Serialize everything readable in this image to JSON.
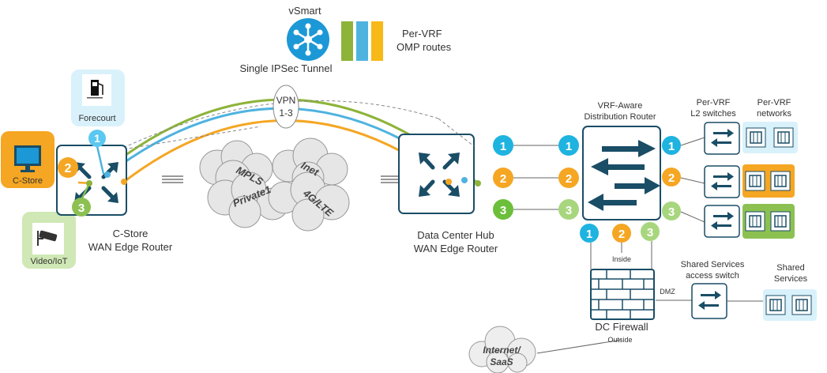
{
  "labels": {
    "vsmart": "vSmart",
    "per_vrf_omp_line1": "Per-VRF",
    "per_vrf_omp_line2": "OMP routes",
    "single_ipsec": "Single IPSec Tunnel",
    "vpn_line1": "VPN",
    "vpn_line2": "1-3",
    "forecourt": "Forecourt",
    "cstore": "C-Store",
    "video_iot": "Video/IoT",
    "cstore_router_line1": "C-Store",
    "cstore_router_line2": "WAN Edge Router",
    "dc_hub_line1": "Data Center Hub",
    "dc_hub_line2": "WAN Edge Router",
    "vrf_aware_line1": "VRF-Aware",
    "vrf_aware_line2": "Distribution Router",
    "per_vrf_l2_line1": "Per-VRF",
    "per_vrf_l2_line2": "L2 switches",
    "per_vrf_net_line1": "Per-VRF",
    "per_vrf_net_line2": "networks",
    "inside": "Inside",
    "dmz": "DMZ",
    "outside": "Outside",
    "dc_firewall": "DC Firewall",
    "shared_access_line1": "Shared Services",
    "shared_access_line2": "access switch",
    "shared_services_line1": "Shared",
    "shared_services_line2": "Services",
    "internet_line1": "Internet/",
    "internet_line2": "SaaS"
  },
  "clouds": {
    "mpls": "MPLS",
    "inet": "Inet",
    "private1": "Private1",
    "lte": "4G/LTE"
  },
  "vrf_numbers": [
    "1",
    "2",
    "3"
  ],
  "colors": {
    "vrf1": "#1fb3e0",
    "vrf2": "#f5a623",
    "vrf3": "#8cc152",
    "router_dark": "#1a4d66",
    "forecourt_bg": "#d9f1fa",
    "cstore_bg": "#f5a623",
    "video_bg": "#cfe8b5",
    "vsmart_blue": "#1c98d6",
    "green_bar": "#8db33a",
    "blue_bar": "#4fb3e0",
    "yellow_bar": "#f7b917"
  },
  "icons": {
    "vsmart": "hub-network-icon",
    "fuel": "fuel-pump-icon",
    "monitor": "monitor-icon",
    "camera": "security-camera-icon",
    "router": "router-icon",
    "switch": "switch-icon",
    "firewall": "firewall-icon",
    "server": "server-icon"
  }
}
